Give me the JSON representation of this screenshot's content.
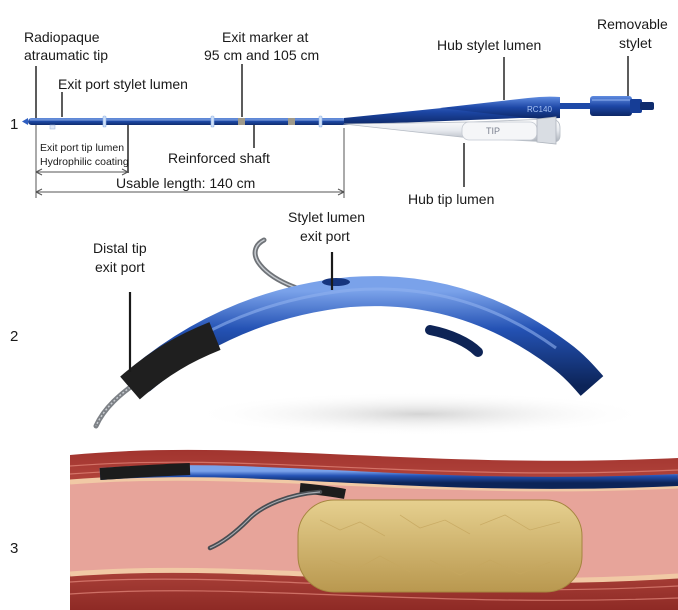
{
  "panels": [
    {
      "number": "1"
    },
    {
      "number": "2"
    },
    {
      "number": "3"
    }
  ],
  "labels": {
    "radiopaque_tip": [
      "Radiopaque",
      "atraumatic tip"
    ],
    "exit_marker": [
      "Exit marker at",
      "95 cm and 105 cm"
    ],
    "hub_stylet_lumen": "Hub stylet lumen",
    "removable_stylet": [
      "Removable",
      "stylet"
    ],
    "exit_port_stylet_lumen": "Exit port stylet lumen",
    "exit_port_tip_lumen": "Exit port tip lumen",
    "hydrophilic_coating": "Hydrophilic coating",
    "reinforced_shaft": "Reinforced shaft",
    "usable_length": "Usable length: 140 cm",
    "hub_tip_lumen": "Hub tip lumen",
    "stylet_lumen_exit_port": [
      "Stylet lumen",
      "exit port"
    ],
    "distal_tip_exit_port": [
      "Distal tip",
      "exit port"
    ]
  },
  "hub_markings": {
    "blue_hub": "RC140",
    "white_hub": "TIP"
  },
  "colors": {
    "catheter_blue": "#1e4aa8",
    "catheter_dark": "#0f2c6e",
    "catheter_light": "#5a86d6",
    "tip_black": "#1c1c1c",
    "white_hub": "#e9ecef",
    "vessel_red": "#b8433b",
    "vessel_pink": "#e7a49a",
    "plaque_tan": "#d9bf79"
  }
}
